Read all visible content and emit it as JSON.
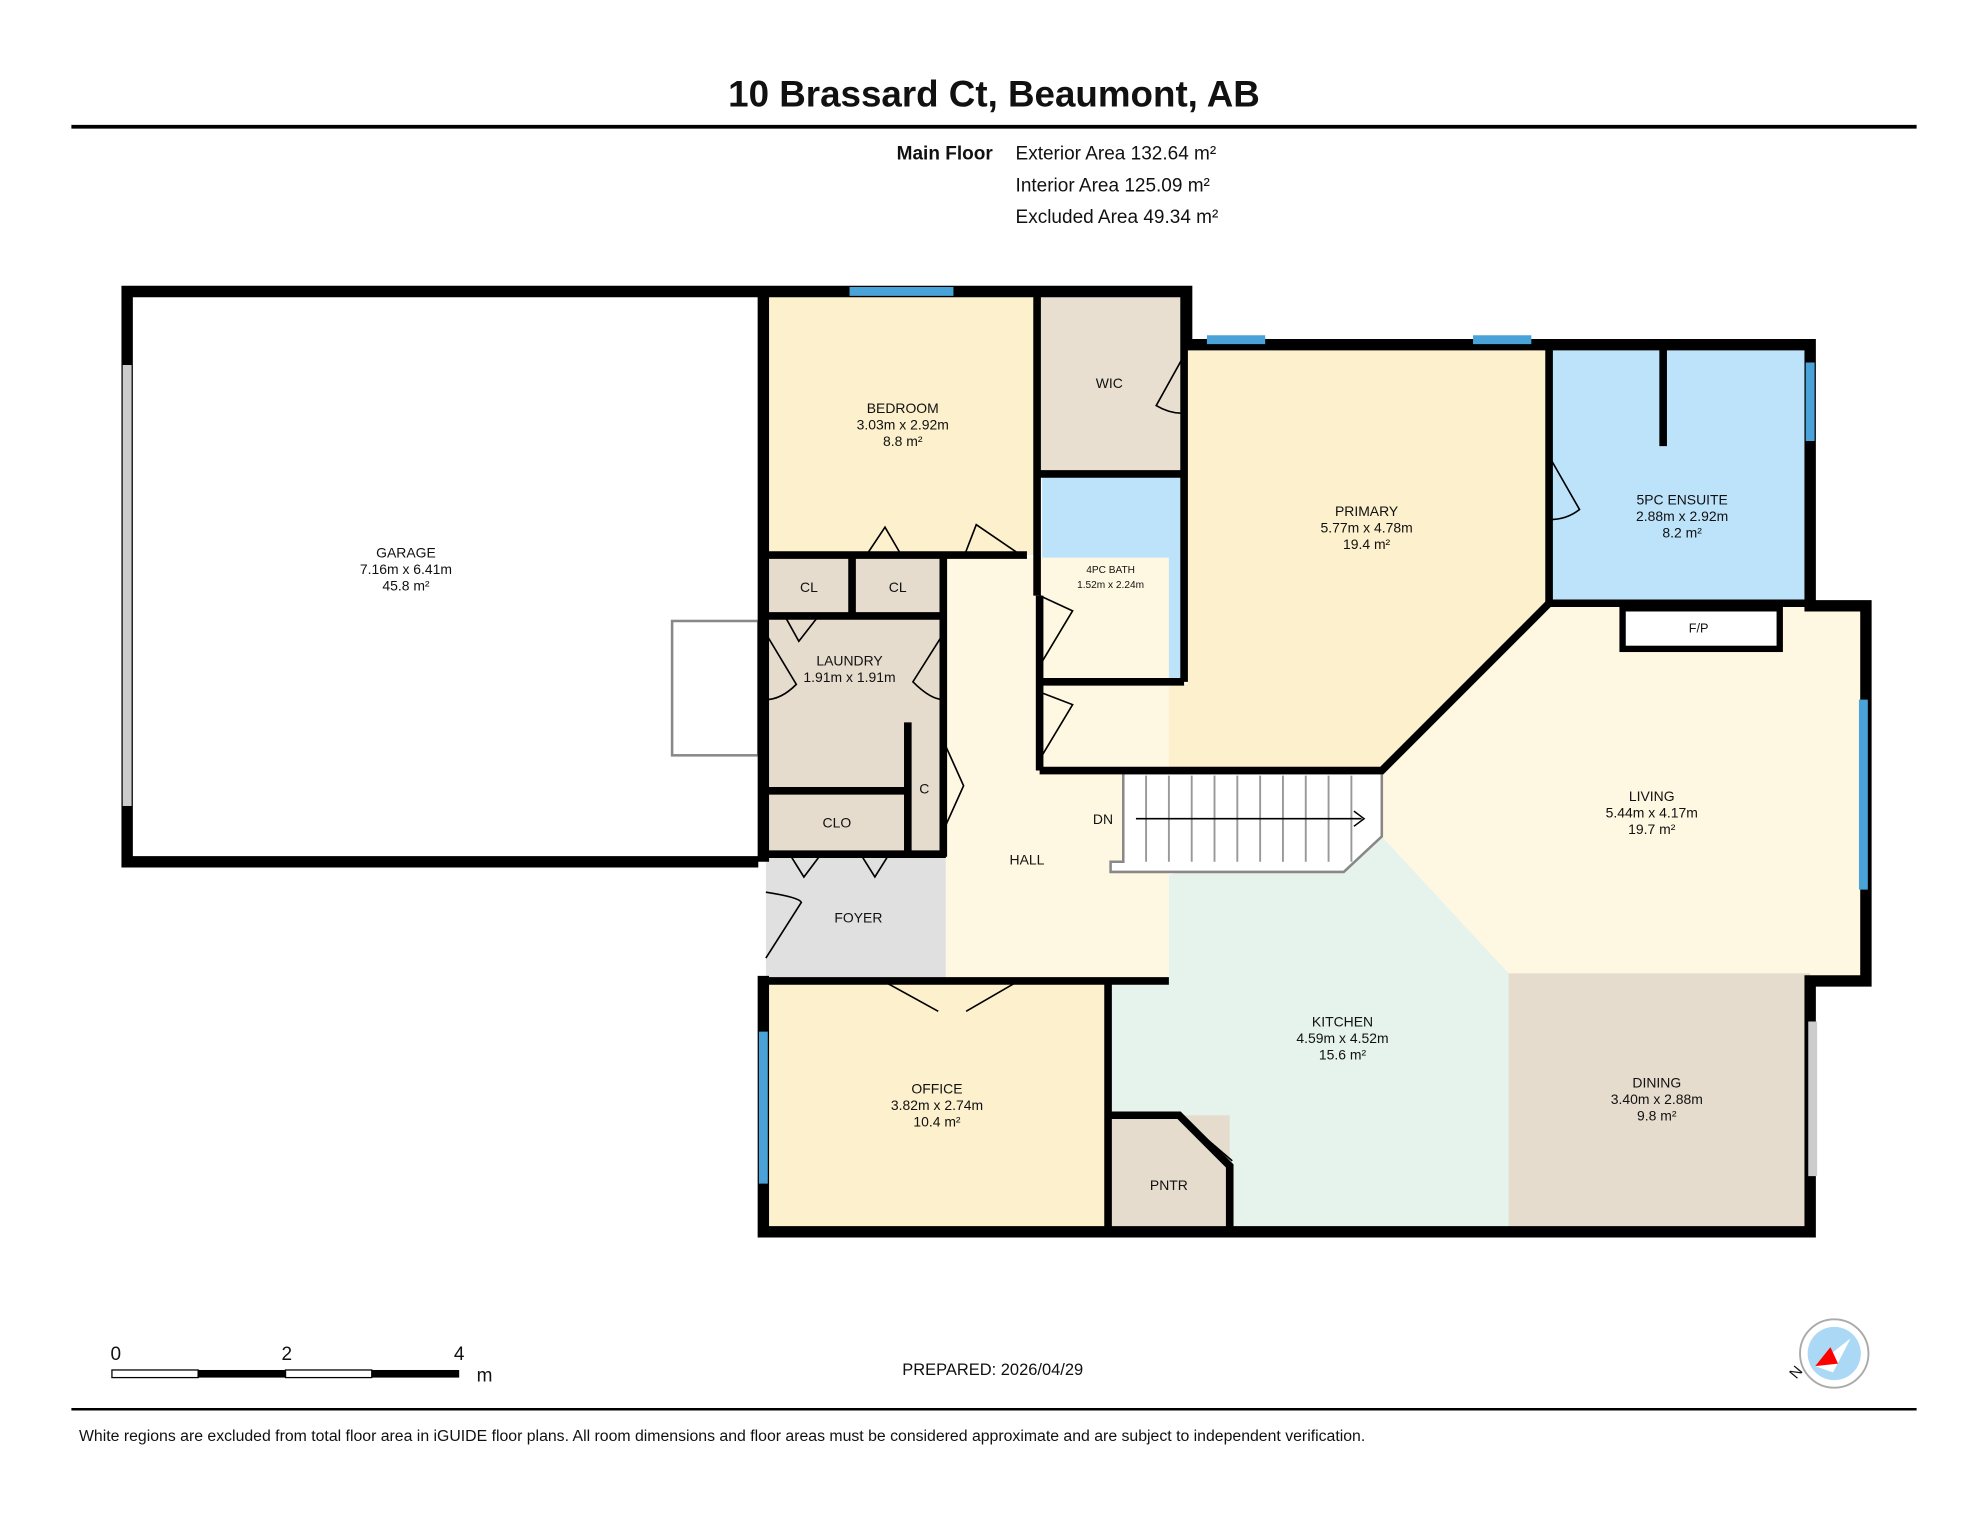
{
  "header": {
    "title": "10 Brassard Ct, Beaumont, AB",
    "floor_label": "Main Floor",
    "exterior_area": "Exterior Area 132.64 m²",
    "interior_area": "Interior Area 125.09 m²",
    "excluded_area": "Excluded Area 49.34 m²"
  },
  "rooms": [
    {
      "name": "GARAGE",
      "dims": "7.16m x 6.41m",
      "area": "45.8 m²"
    },
    {
      "name": "BEDROOM",
      "dims": "3.03m x 2.92m",
      "area": "8.8 m²"
    },
    {
      "name": "WIC"
    },
    {
      "name": "4PC BATH",
      "dims": "1.52m x 2.24m"
    },
    {
      "name": "PRIMARY",
      "dims": "5.77m x 4.78m",
      "area": "19.4 m²"
    },
    {
      "name": "5PC ENSUITE",
      "dims": "2.88m x 2.92m",
      "area": "8.2 m²"
    },
    {
      "name": "F/P"
    },
    {
      "name": "CL"
    },
    {
      "name": "CL"
    },
    {
      "name": "LAUNDRY",
      "dims": "1.91m x 1.91m"
    },
    {
      "name": "C"
    },
    {
      "name": "CLO"
    },
    {
      "name": "DN"
    },
    {
      "name": "HALL"
    },
    {
      "name": "LIVING",
      "dims": "5.44m x 4.17m",
      "area": "19.7 m²"
    },
    {
      "name": "FOYER"
    },
    {
      "name": "KITCHEN",
      "dims": "4.59m x 4.52m",
      "area": "15.6 m²"
    },
    {
      "name": "OFFICE",
      "dims": "3.82m x 2.74m",
      "area": "10.4 m²"
    },
    {
      "name": "DINING",
      "dims": "3.40m x 2.88m",
      "area": "9.8 m²"
    },
    {
      "name": "PNTR"
    }
  ],
  "colors": {
    "bedroom": "#fdf0cc",
    "bath": "#bde3fb",
    "closet": "#e8dfd0",
    "hall": "#fef7e1",
    "kitchen": "#e6f3ec",
    "foyer": "#e0e0e0",
    "window": "#4aa3d8",
    "compass_red": "#ff0000"
  },
  "scale_bar": {
    "ticks": [
      "0",
      "2",
      "4"
    ],
    "unit": "m"
  },
  "compass": {
    "icon": "north-compass-icon",
    "label": "N"
  },
  "prepared": "PREPARED: 2026/04/29",
  "footer": "White regions are excluded from total floor area in iGUIDE floor plans. All room dimensions and floor areas must be considered approximate and are subject to independent verification."
}
